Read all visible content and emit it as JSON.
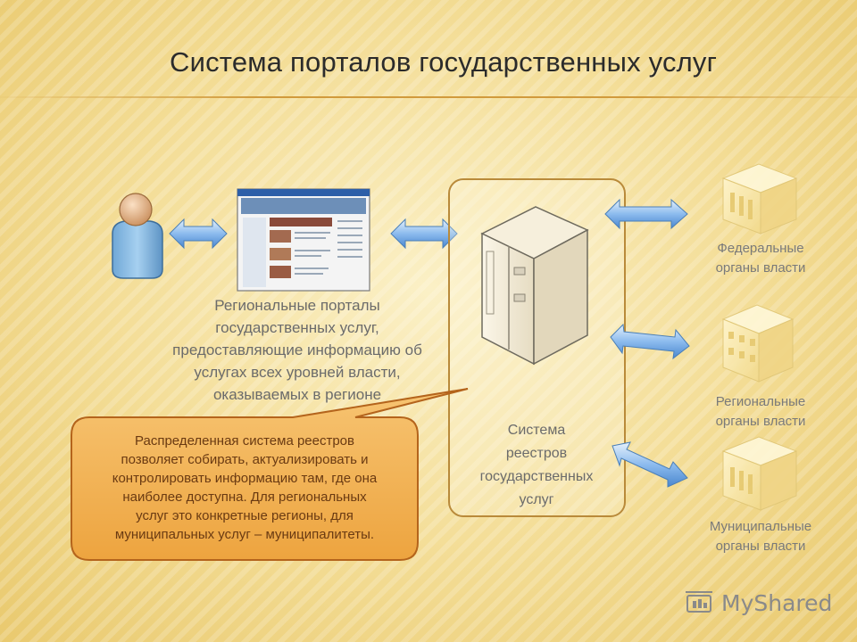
{
  "title": "Система порталов государственных услуг",
  "portal_caption": [
    "Региональные порталы",
    "государственных услуг,",
    "предоставляющие информацию об",
    "услугах всех уровней власти,",
    "оказываемых в регионе"
  ],
  "registry_caption": [
    "Система",
    "реестров",
    "государственных",
    "услуг"
  ],
  "callout": [
    "Распределенная система реестров",
    "позволяет собирать, актуализировать и",
    "контролировать информацию там, где она",
    "наиболее доступна. Для региональных",
    "услуг это конкретные регионы, для",
    "муниципальных услуг – муниципалитеты."
  ],
  "orgs": [
    {
      "line1": "Федеральные",
      "line2": "органы власти"
    },
    {
      "line1": "Региональные",
      "line2": "органы власти"
    },
    {
      "line1": "Муниципальные",
      "line2": "органы власти"
    }
  ],
  "watermark": "MyShared",
  "icons": [
    "user-icon",
    "webpage-icon",
    "server-icon",
    "building-icon",
    "logo-icon"
  ],
  "colors": {
    "arrow": "#7fb2ea",
    "frame": "#b98a3a",
    "callout": "#f4b24f",
    "callout_border": "#b4641c"
  }
}
